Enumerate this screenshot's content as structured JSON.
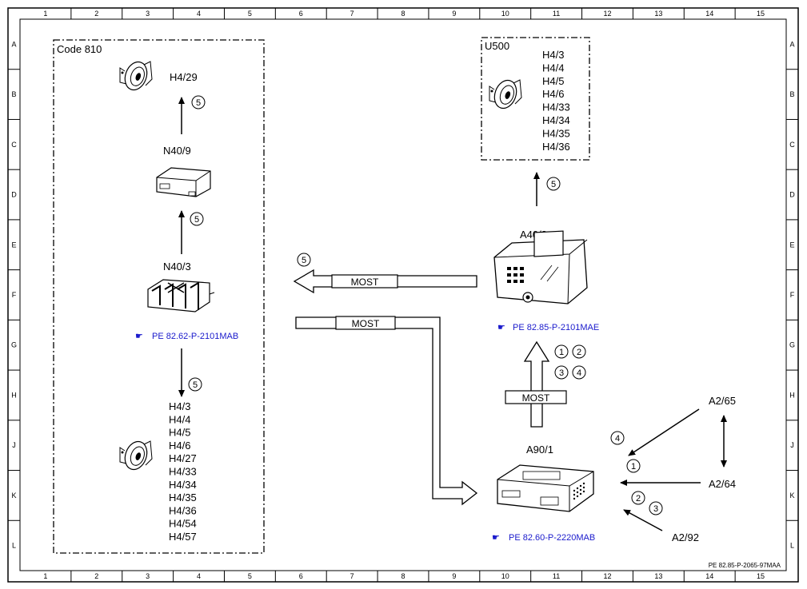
{
  "grid": {
    "columns": [
      "1",
      "2",
      "3",
      "4",
      "5",
      "6",
      "7",
      "8",
      "9",
      "10",
      "11",
      "12",
      "13",
      "14",
      "15"
    ],
    "rows": [
      "A",
      "B",
      "C",
      "D",
      "E",
      "F",
      "G",
      "H",
      "J",
      "K",
      "L"
    ]
  },
  "groups": {
    "code810": {
      "title": "Code 810"
    },
    "u500": {
      "title": "U500"
    }
  },
  "components": {
    "h429": "H4/29",
    "n409": "N40/9",
    "n403": "N40/3",
    "a403": "A40/3",
    "a901": "A90/1",
    "a265": "A2/65",
    "a264": "A2/64",
    "a292": "A2/92"
  },
  "u500_list": [
    "H4/3",
    "H4/4",
    "H4/5",
    "H4/6",
    "H4/33",
    "H4/34",
    "H4/35",
    "H4/36"
  ],
  "code810_list": [
    "H4/3",
    "H4/4",
    "H4/5",
    "H4/6",
    "H4/27",
    "H4/33",
    "H4/34",
    "H4/35",
    "H4/36",
    "H4/54",
    "H4/57"
  ],
  "refs": {
    "n403": "PE 82.62-P-2101MAB",
    "a403": "PE 82.85-P-2101MAE",
    "a901": "PE 82.60-P-2220MAB"
  },
  "bus": {
    "most": "MOST"
  },
  "numbers": {
    "n1": "1",
    "n2": "2",
    "n3": "3",
    "n4": "4",
    "n5": "5"
  },
  "footer": "PE 82.85-P-2065-97MAA",
  "colors": {
    "ref": "#1a1acc",
    "line": "#000000"
  }
}
